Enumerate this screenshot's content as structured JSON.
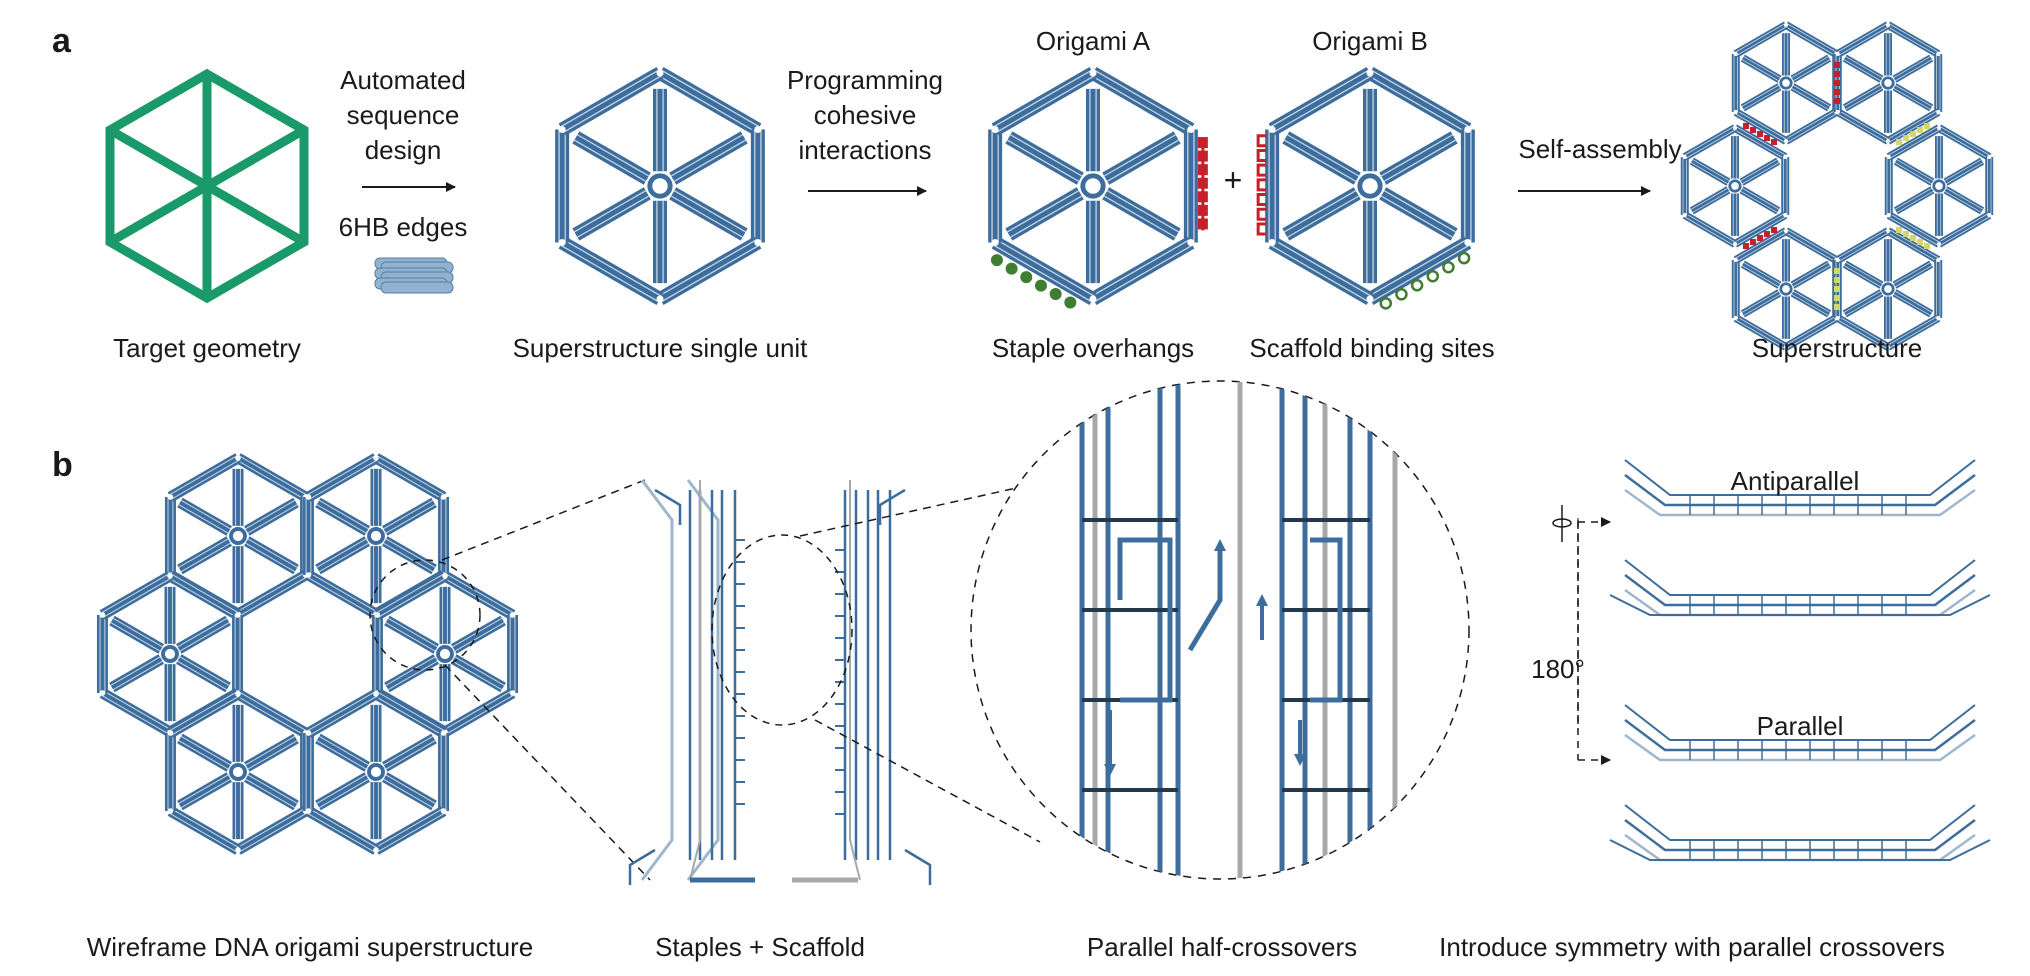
{
  "panels": {
    "a": "a",
    "b": "b"
  },
  "row_a": {
    "target_caption": "Target geometry",
    "step1": [
      "Automated",
      "sequence",
      "design"
    ],
    "step1_sub": "6HB edges",
    "single_unit_caption": "Superstructure single unit",
    "step2": [
      "Programming",
      "cohesive",
      "interactions"
    ],
    "origami_a_title": "Origami A",
    "origami_b_title": "Origami B",
    "plus": "+",
    "staple_caption": "Staple overhangs",
    "scaffold_caption": "Scaffold binding sites",
    "step3": "Self-assembly",
    "super_caption": "Superstructure"
  },
  "row_b": {
    "wireframe_caption": "Wireframe DNA origami superstructure",
    "strands_caption": "Staples + Scaffold",
    "half_crossover_caption": "Parallel half-crossovers",
    "symmetry_caption": "Introduce symmetry with parallel crossovers",
    "antiparallel_label": "Antiparallel",
    "parallel_label": "Parallel",
    "rotation_label": "180°"
  },
  "colors": {
    "target_green": "#1a9a6a",
    "origami_blue": "#3d6d9c",
    "staple_red": "#c8202a",
    "scaffold_green": "#3e7d32",
    "scaffold_grey": "#a8a8a8",
    "dot_yellow": "#d4d66a"
  }
}
